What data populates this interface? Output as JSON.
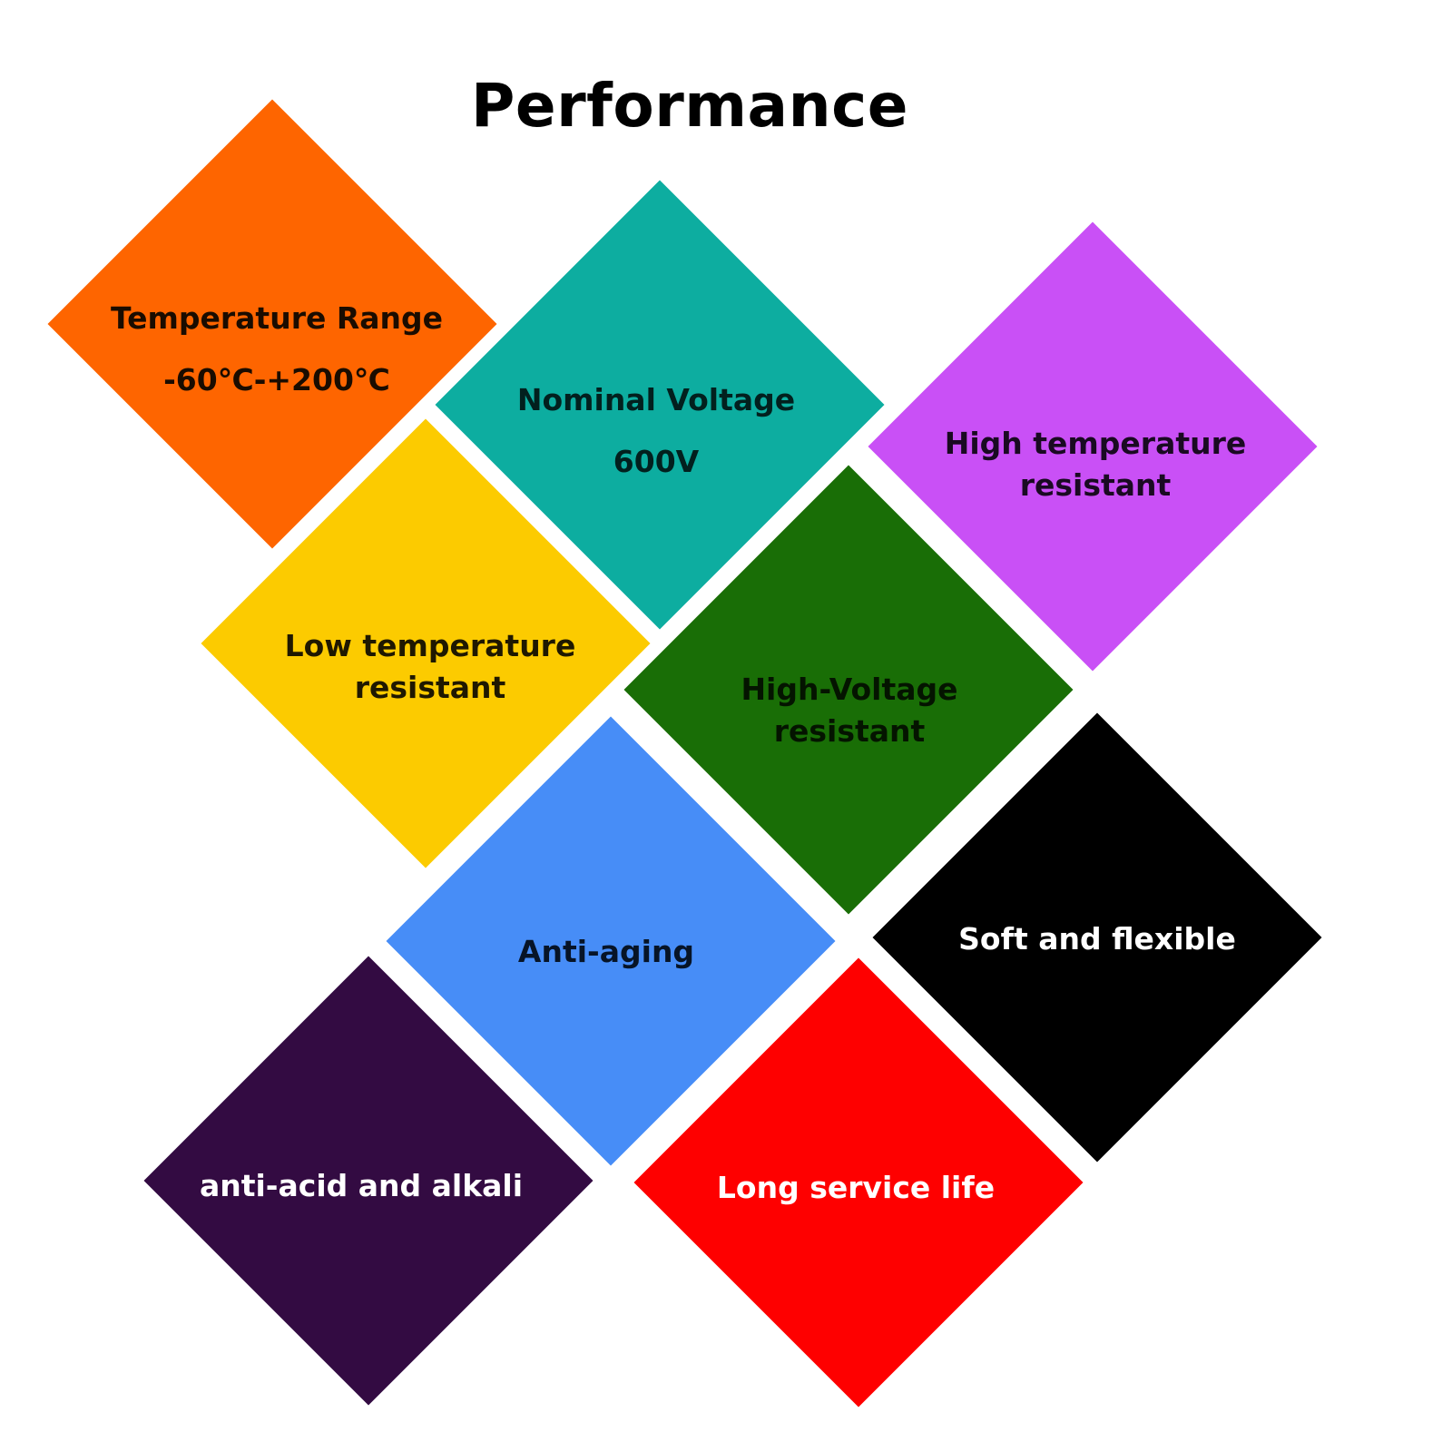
{
  "title": "Performance",
  "tiles": [
    {
      "id": "temperature-range",
      "lines": [
        "Temperature Range"
      ],
      "value": "-60℃-+200℃",
      "color": "#fe6500",
      "text_color": "#1a0c00"
    },
    {
      "id": "nominal-voltage",
      "lines": [
        "Nominal Voltage"
      ],
      "value": "600V",
      "color": "#0dada0",
      "text_color": "#02201e"
    },
    {
      "id": "high-temperature-resistant",
      "lines": [
        "High temperature",
        "resistant"
      ],
      "value": "",
      "color": "#c950f6",
      "text_color": "#1a0a22"
    },
    {
      "id": "low-temperature-resistant",
      "lines": [
        "Low temperature",
        "resistant"
      ],
      "value": "",
      "color": "#fccb00",
      "text_color": "#1f1800"
    },
    {
      "id": "high-voltage-resistant",
      "lines": [
        "High-Voltage",
        "resistant"
      ],
      "value": "",
      "color": "#196e06",
      "text_color": "#041400"
    },
    {
      "id": "anti-aging",
      "lines": [
        "Anti-aging"
      ],
      "value": "",
      "color": "#478df7",
      "text_color": "#071427"
    },
    {
      "id": "soft-and-flexible",
      "lines": [
        "Soft and flexible"
      ],
      "value": "",
      "color": "#000000",
      "text_color": "#ffffff"
    },
    {
      "id": "anti-acid-and-alkali",
      "lines": [
        "anti-acid and alkali"
      ],
      "value": "",
      "color": "#330b42",
      "text_color": "#ffffff"
    },
    {
      "id": "long-service-life",
      "lines": [
        "Long service life"
      ],
      "value": "",
      "color": "#fe0000",
      "text_color": "#ffffff"
    }
  ]
}
